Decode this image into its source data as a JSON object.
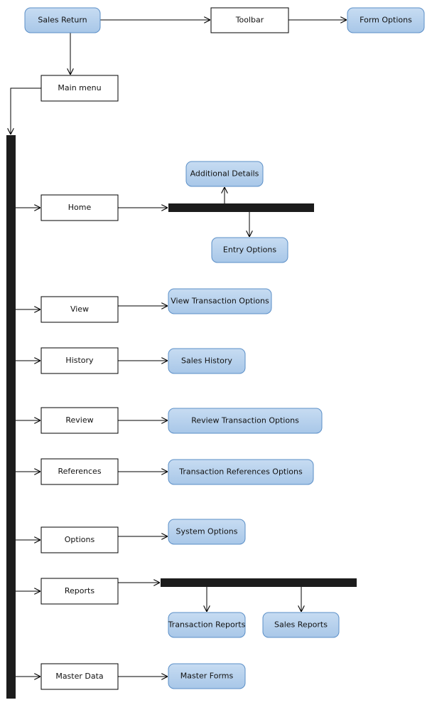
{
  "nodes": {
    "sales_return": "Sales Return",
    "toolbar": "Toolbar",
    "form_options": "Form Options",
    "main_menu": "Main menu",
    "home": "Home",
    "additional_details": "Additional Details",
    "entry_options": "Entry Options",
    "view": "View",
    "view_transaction_options": "View Transaction Options",
    "history": "History",
    "sales_history": "Sales History",
    "review": "Review",
    "review_transaction_options": "Review Transaction Options",
    "references": "References",
    "transaction_references_options": "Transaction References Options",
    "options": "Options",
    "system_options": "System Options",
    "reports": "Reports",
    "transaction_reports": "Transaction Reports",
    "sales_reports": "Sales Reports",
    "master_data": "Master Data",
    "master_forms": "Master Forms"
  }
}
